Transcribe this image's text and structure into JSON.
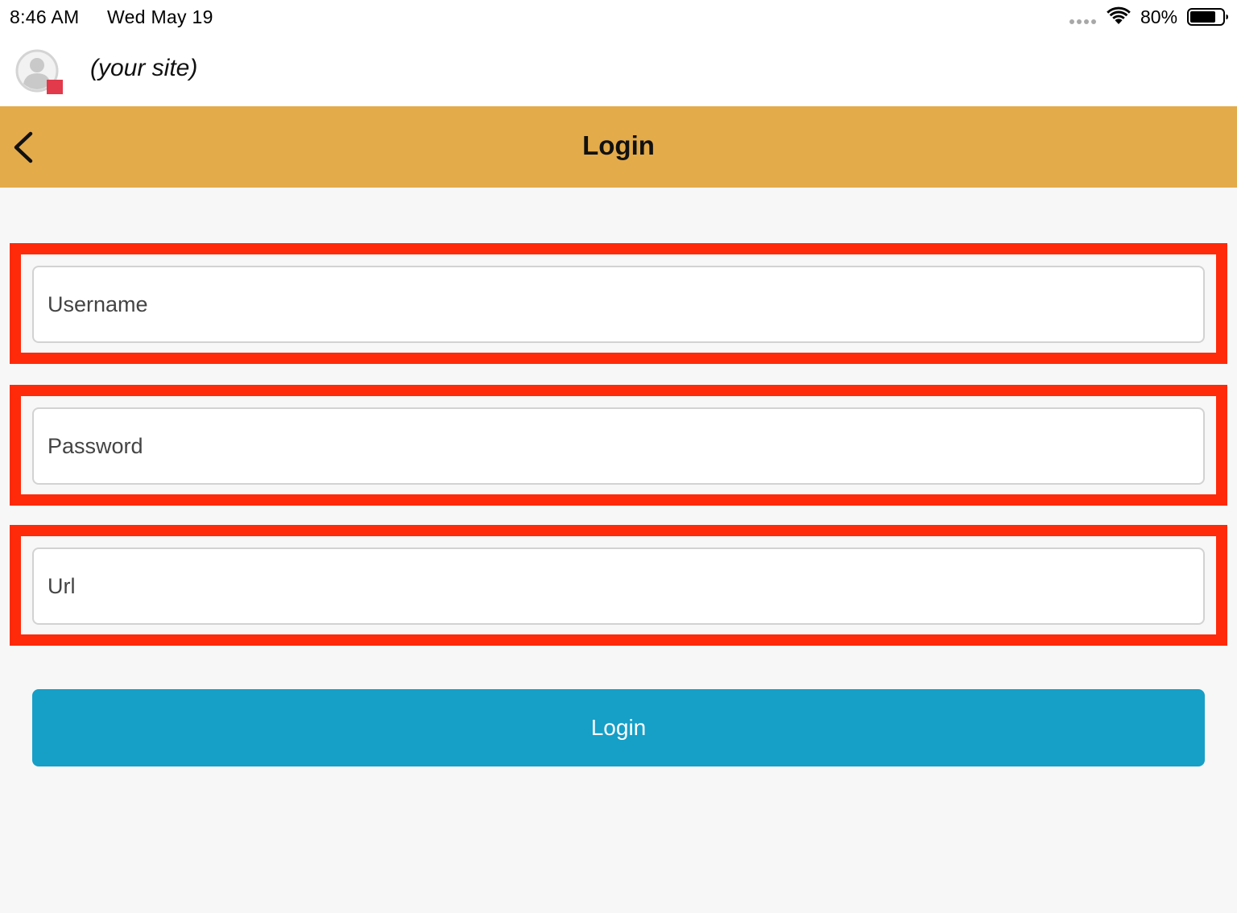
{
  "status_bar": {
    "time": "8:46 AM",
    "date": "Wed May 19",
    "battery": "80%",
    "icons": [
      "signal-dots-icon",
      "wifi-icon",
      "battery-icon"
    ]
  },
  "site_bar": {
    "site_label": "(your site)",
    "avatar_icon": "avatar-icon",
    "badge_color": "#e2394b"
  },
  "nav": {
    "title": "Login",
    "back_icon": "chevron-left-icon",
    "background": "#e4ab4b"
  },
  "form": {
    "fields": [
      {
        "placeholder": "Username",
        "value": ""
      },
      {
        "placeholder": "Password",
        "value": ""
      },
      {
        "placeholder": "Url",
        "value": ""
      }
    ],
    "highlight_color": "#ff2a0a",
    "submit_label": "Login",
    "submit_color": "#169fc7"
  }
}
